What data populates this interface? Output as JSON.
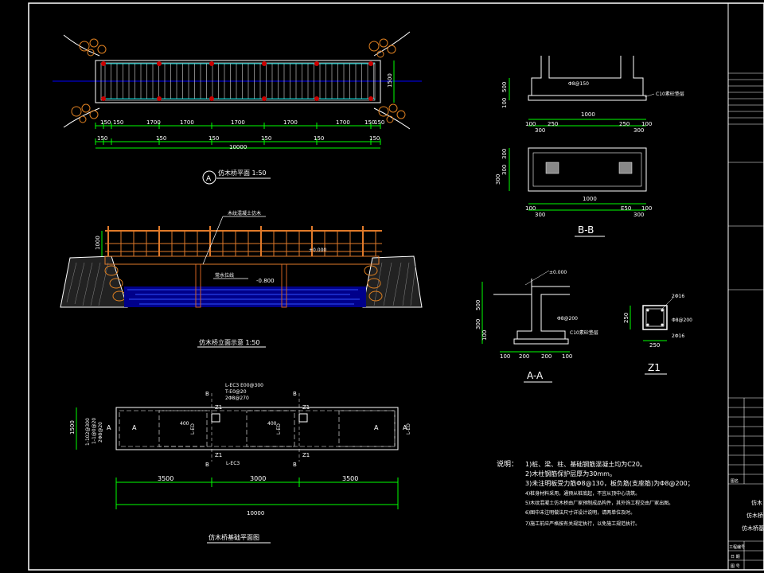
{
  "colors": {
    "background": "#000000",
    "line": "#ffffff",
    "dim": "#00ff00",
    "water": "#0000ff",
    "wood": "#e07a2a",
    "pile": "#d06020",
    "post": "#cc0000",
    "rock": "#e08020",
    "cyan": "#00e0e0"
  },
  "plan": {
    "title": "仿木桥平面 1:50",
    "label_a": "A",
    "span_dims": [
      "150",
      "150",
      "1700",
      "1700",
      "1700",
      "1700",
      "1700",
      "150",
      "150"
    ],
    "lower_dims": [
      "150",
      "150",
      "150",
      "150",
      "150",
      "150"
    ],
    "total": "10000",
    "side_height": "1500"
  },
  "elevation": {
    "title": "仿木桥立面示意 1:50",
    "rail_height": "1000",
    "callout": "木纹混凝土仿木",
    "deck_level": "±0.000",
    "water_note": "常水位线",
    "water_level": "-0.800"
  },
  "foundation": {
    "title": "仿木桥基础平面图",
    "top_labels": [
      "L-EC3 E00@300",
      "T-E0@20",
      "2Φ8@270"
    ],
    "left_label": "L-EC3",
    "left_dims": [
      "1-102@300",
      "1-1@0@20",
      "2Φ8@20"
    ],
    "height_dim": "1500",
    "z1_label": "Z1",
    "b_label": "B",
    "a_label": "A",
    "l_label": "L-ED",
    "dims": [
      "3500",
      "3000",
      "3500"
    ],
    "total": "10000",
    "b_small": "400",
    "bottom_label": "L-EC3"
  },
  "section_b1": {
    "dims_v": [
      "500",
      "100"
    ],
    "note": "Φ8@150",
    "c10": "C10素砼垫层",
    "dims_h_top": [
      "100",
      "250",
      "1000",
      "250",
      "100"
    ],
    "dims_h_bot": [
      "300",
      "300"
    ]
  },
  "section_bb": {
    "title": "B-B",
    "dims_v": [
      "300",
      "300",
      "300"
    ],
    "dims_h_top": [
      "100",
      "1000",
      "100"
    ],
    "dims_h_bot": [
      "300",
      "E50",
      "300"
    ]
  },
  "section_aa": {
    "title": "A-A",
    "level": "±0.000",
    "dims_v": [
      "500",
      "300",
      "100"
    ],
    "rebar": "Φ8@200",
    "c10": "C10素砼垫层",
    "dims_h": [
      "100",
      "200",
      "200",
      "100"
    ]
  },
  "z1": {
    "title": "Z1",
    "top": "2Φ16",
    "right": "Φ8@200",
    "bottom": "2Φ16",
    "height": "250",
    "width": "250"
  },
  "notes": {
    "heading": "说明：",
    "items": [
      "1)桩、梁、柱、基础钢筋混凝土均为C20。",
      "2)木柱钢筋保护层厚为30mm。",
      "3)未注明板受力筋Φ8@130，板负筋(支座筋)为Φ8@200；",
      "4)桩身材料采用，通预从桩底起，不宜从顶中心浇筑。",
      "5)木纹混凝土仿木桥由厂家预制成品构件，其外饰工程交由厂家出图。",
      "6)图中未注明做法尺寸详设计说明，请两单位及时。",
      "7)施工前应严格按有关规定执行，以免施工规范执行。"
    ]
  },
  "title_block": {
    "label_left": "图名",
    "line1": "仿木",
    "line2": "仿木桥",
    "line3": "仿木桥基",
    "project": "工程编号",
    "row1": "日 期",
    "row2": "图 号"
  }
}
